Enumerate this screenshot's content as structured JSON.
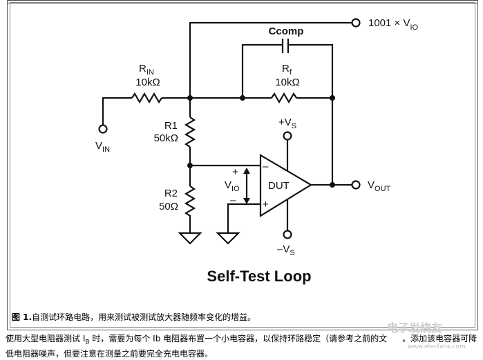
{
  "diagram": {
    "title": "Self-Test Loop",
    "labels": {
      "out_top": "1001 × V",
      "out_top_sub": "IO",
      "ccomp": "Ccomp",
      "rin": "R",
      "rin_sub": "IN",
      "rin_val": "10kΩ",
      "rf": "R",
      "rf_sub": "f",
      "rf_val": "10kΩ",
      "r1": "R1",
      "r1_val": "50kΩ",
      "r2": "R2",
      "r2_val": "50Ω",
      "vin": "V",
      "vin_sub": "IN",
      "vs_pos": "+V",
      "vs_neg": "–V",
      "vs_sub": "S",
      "vio": "V",
      "vio_sub": "IO",
      "plus": "+",
      "minus": "–",
      "dut": "DUT",
      "vout": "V",
      "vout_sub": "OUT"
    }
  },
  "caption": {
    "prefix": "图 1.",
    "text": "自测试环路电路，用来测试被测试放大器随频率变化的增益。"
  },
  "body": {
    "line1_a": "使用大型电阻器测试 I",
    "line1_sub": "B",
    "line1_b": " 时，需要为每个 Ib 电阻器布置一个小电容器，以保持环路稳定（请参考之前的文",
    "line1_c": "。添加该电容器可降",
    "line2": "低电阻器噪声，但要注意在测量之前要完全充电电容器。"
  },
  "watermark": {
    "text": "电子发烧友",
    "url_text": "www.elecfans.com"
  }
}
